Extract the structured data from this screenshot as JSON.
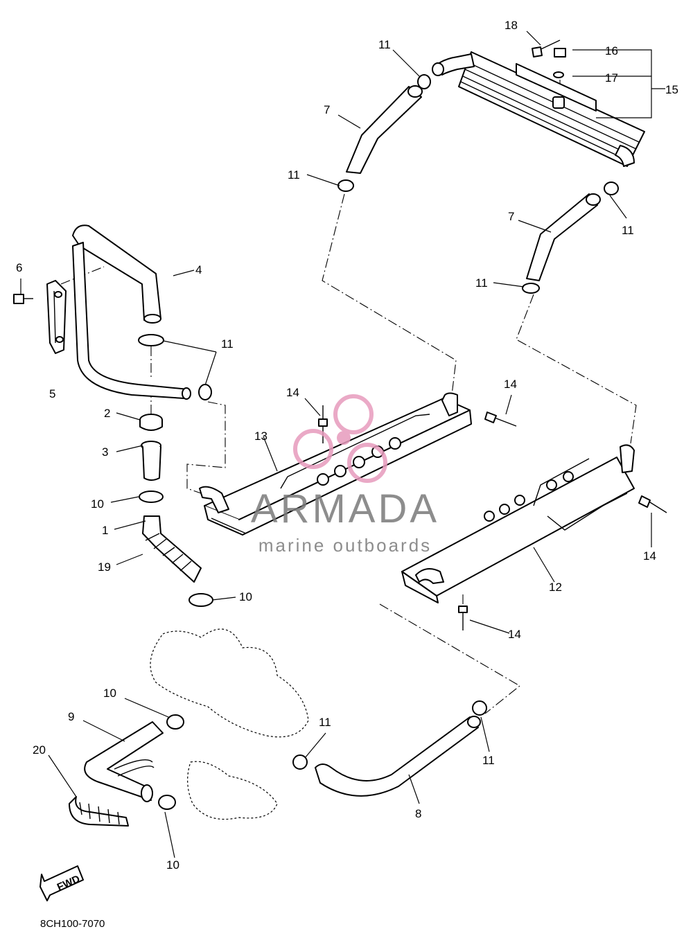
{
  "diagram_code": "8CH100-7070",
  "fwd_label": "FWD",
  "watermark": {
    "brand": "ARMADA",
    "tagline": "marine outboards",
    "brand_color": "#7a7a7a",
    "logo_color": "#e79bbd"
  },
  "callouts": {
    "n1": "1",
    "n2": "2",
    "n3": "3",
    "n4": "4",
    "n5": "5",
    "n6": "6",
    "n7a": "7",
    "n7b": "7",
    "n8": "8",
    "n9": "9",
    "n10a": "10",
    "n10b": "10",
    "n10c": "10",
    "n10d": "10",
    "n11a": "11",
    "n11b": "11",
    "n11c": "11",
    "n11d": "11",
    "n11e": "11",
    "n11f": "11",
    "n11g": "11",
    "n12": "12",
    "n13": "13",
    "n14a": "14",
    "n14b": "14",
    "n14c": "14",
    "n14d": "14",
    "n15": "15",
    "n16": "16",
    "n17": "17",
    "n18": "18",
    "n19": "19",
    "n20": "20"
  }
}
